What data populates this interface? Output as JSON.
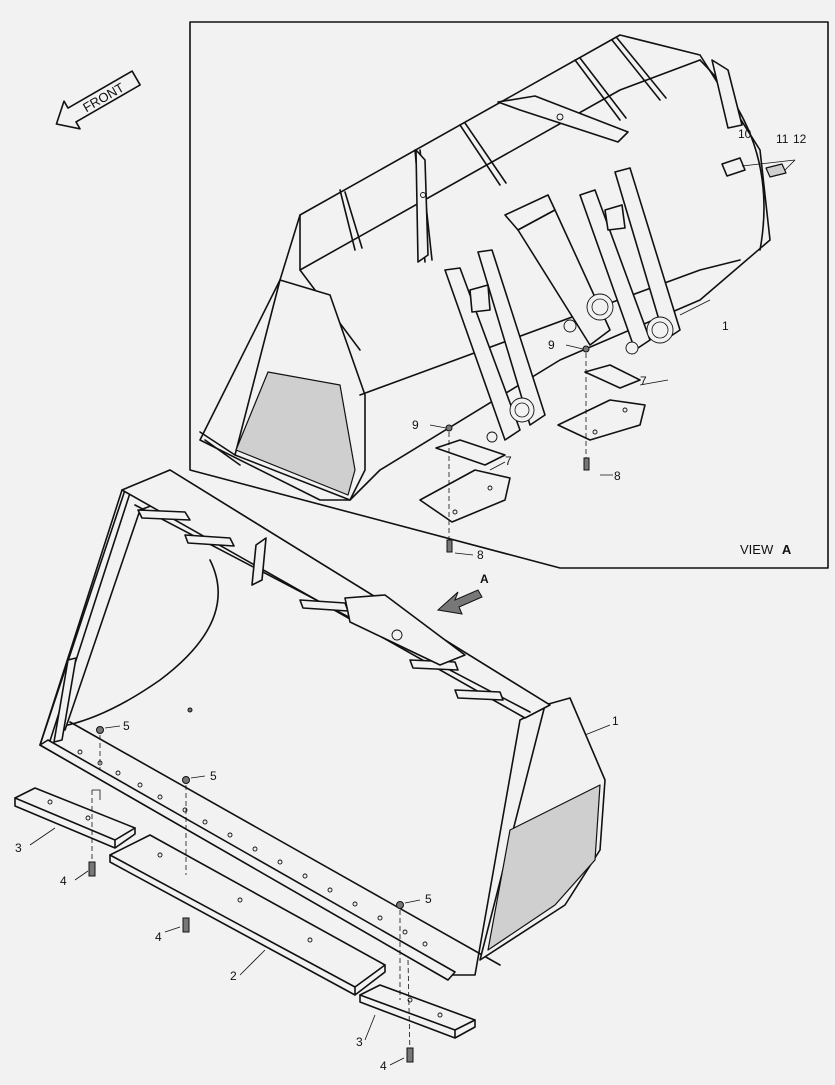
{
  "front_arrow": {
    "text": "FRONT"
  },
  "view_a": {
    "word": "VIEW",
    "letter": "A"
  },
  "view_a_arrow": {
    "letter": "A"
  },
  "callouts": {
    "main_bucket": "1",
    "cutting_edge_center": "2",
    "cutting_edge_left": "3",
    "cutting_edge_right": "3",
    "bolt_left": "4",
    "bolt_center": "4",
    "bolt_right": "4",
    "nut_1": "5",
    "nut_2": "5",
    "nut_3": "5",
    "detail_bucket": "1",
    "wear_plate_1": "7",
    "wear_plate_2": "7",
    "detail_bolt_1": "8",
    "detail_bolt_2": "8",
    "detail_nut_1": "9",
    "detail_nut_2": "9",
    "plate_10": "10",
    "part_11": "11",
    "part_12": "12"
  }
}
